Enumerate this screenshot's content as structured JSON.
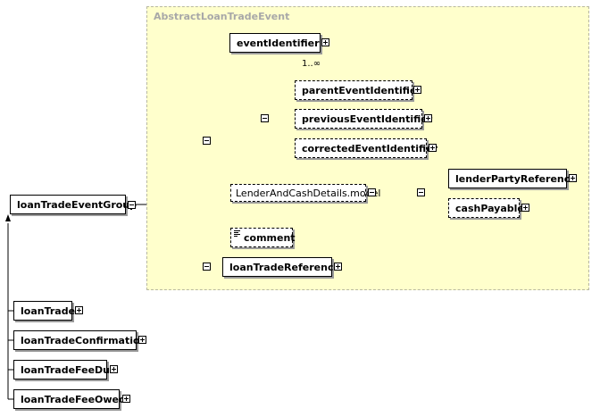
{
  "group": {
    "title": "AbstractLoanTradeEvent"
  },
  "root": {
    "label": "loanTradeEventGroup"
  },
  "elements": {
    "event_identifier": "eventIdentifier",
    "event_identifier_occurs": "1..∞",
    "parent_event_identifier": "parentEventIdentifier",
    "previous_event_identifier": "previousEventIdentifier",
    "corrected_event_identifier": "correctedEventIdentifier",
    "lender_and_cash_details_model": "LenderAndCashDetails.model",
    "lender_party_reference": "lenderPartyReference",
    "cash_payable": "cashPayable",
    "comment": "comment",
    "loan_trade_reference": "loanTradeReference"
  },
  "derived_types": [
    "loanTrade",
    "loanTradeConfirmation",
    "loanTradeFeeDue",
    "loanTradeFeeOwed"
  ]
}
